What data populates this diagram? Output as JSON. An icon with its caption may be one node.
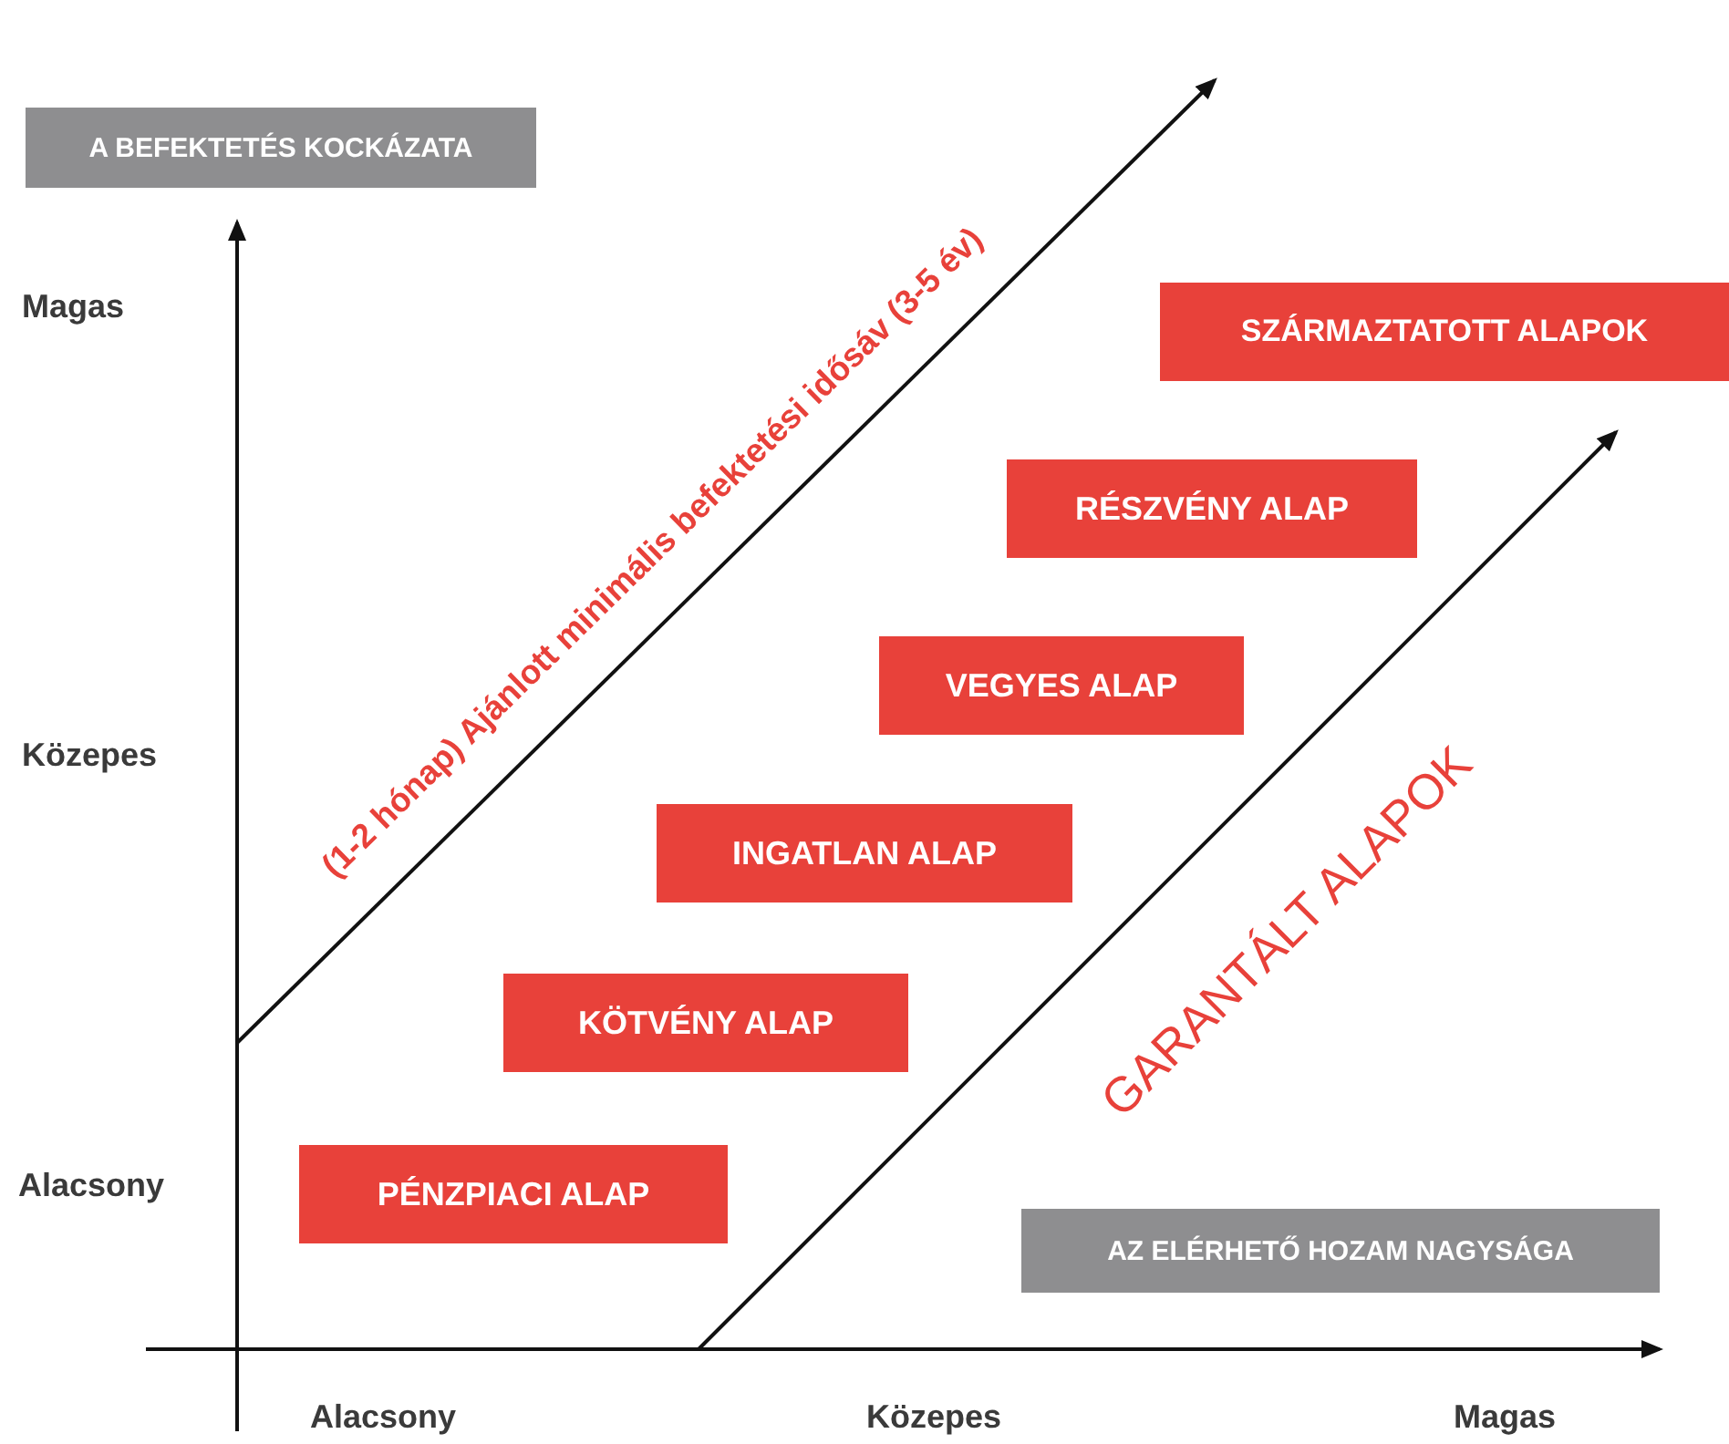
{
  "diagram": {
    "nodes": [
      {
        "text": [
          "A BEFEKTETÉS KOCKÁZATA"
        ]
      },
      {
        "text": [
          "SZÁRMAZTATOTT ALAPOK"
        ]
      },
      {
        "text": [
          "RÉSZVÉNY ALAP"
        ]
      },
      {
        "text": [
          "VEGYES ALAP"
        ]
      },
      {
        "text": [
          "INGATLAN ALAP"
        ]
      },
      {
        "text": [
          "KÖTVÉNY ALAP"
        ]
      },
      {
        "text": [
          "PÉNZPIACI ALAP"
        ]
      },
      {
        "text": [
          "AZ ELÉRHETŐ HOZAM NAGYSÁGA"
        ]
      }
    ],
    "labels": [
      "Magas",
      "Közepes",
      "Alacsony",
      "(1-2 hónap) Ajánlott minimális befektetési idősáv (3-5 év)",
      "GARANTÁLT ALAPOK",
      "Alacsony",
      "Közepes",
      "Magas"
    ]
  }
}
